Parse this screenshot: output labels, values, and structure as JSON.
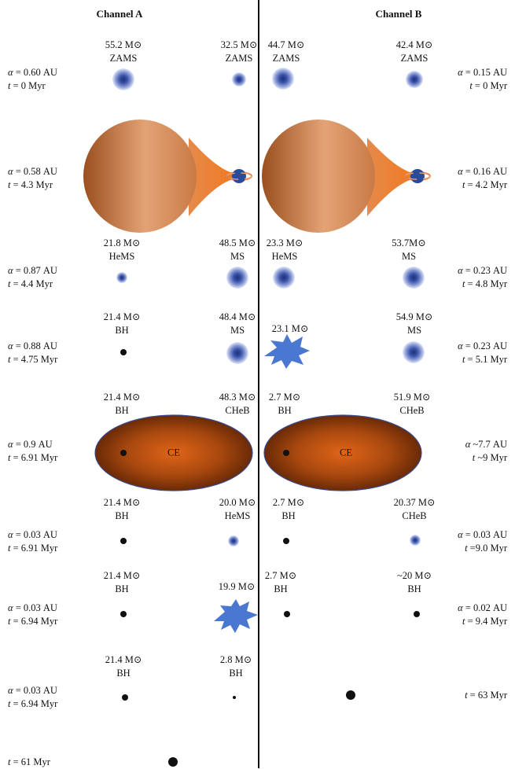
{
  "channels": [
    {
      "title": "Channel A",
      "stages": [
        {
          "p": {
            "m": "55.2 M⊙",
            "t": "ZAMS"
          },
          "s": {
            "m": "32.5 M⊙",
            "t": "ZAMS"
          },
          "orbit": [
            "α = 0.60 AU",
            "t = 0 Myr"
          ]
        },
        {
          "p": null,
          "s": null,
          "orbit": [
            "α = 0.58 AU",
            "t = 4.3 Myr"
          ]
        },
        {
          "p": {
            "m": "21.8 M⊙",
            "t": "HeMS"
          },
          "s": {
            "m": "48.5 M⊙",
            "t": "MS"
          },
          "orbit": [
            "α = 0.87 AU",
            "t = 4.4 Myr"
          ]
        },
        {
          "p": {
            "m": "21.4 M⊙",
            "t": "BH"
          },
          "s": {
            "m": "48.4 M⊙",
            "t": "MS"
          },
          "orbit": [
            "α = 0.88 AU",
            "t = 4.75 Myr"
          ]
        },
        {
          "p": {
            "m": "21.4 M⊙",
            "t": "BH"
          },
          "s": {
            "m": "48.3 M⊙",
            "t": "CHeB"
          },
          "orbit": [
            "α = 0.9 AU",
            "t = 6.91 Myr"
          ],
          "ce": "CE"
        },
        {
          "p": {
            "m": "21.4 M⊙",
            "t": "BH"
          },
          "s": {
            "m": "20.0 M⊙",
            "t": "HeMS"
          },
          "orbit": [
            "α = 0.03 AU",
            "t = 6.91 Myr"
          ]
        },
        {
          "p": {
            "m": "21.4 M⊙",
            "t": "BH"
          },
          "s": {
            "m": "19.9 M⊙",
            "t": ""
          },
          "orbit": [
            "α = 0.03 AU",
            "t = 6.94 Myr"
          ]
        },
        {
          "p": {
            "m": "21.4 M⊙",
            "t": "BH"
          },
          "s": {
            "m": "2.8 M⊙",
            "t": "BH"
          },
          "orbit": [
            "α = 0.03 AU",
            "t = 6.94 Myr"
          ]
        }
      ],
      "final_time": "t = 61 Myr"
    },
    {
      "title": "Channel B",
      "stages": [
        {
          "p": {
            "m": "44.7 M⊙",
            "t": "ZAMS"
          },
          "s": {
            "m": "42.4 M⊙",
            "t": "ZAMS"
          },
          "orbit": [
            "α = 0.15 AU",
            "t = 0 Myr"
          ]
        },
        {
          "p": null,
          "s": null,
          "orbit": [
            "α = 0.16 AU",
            "t = 4.2 Myr"
          ]
        },
        {
          "p": {
            "m": "23.3 M⊙",
            "t": "HeMS"
          },
          "s": {
            "m": "53.7M⊙",
            "t": "MS"
          },
          "orbit": [
            "α = 0.23 AU",
            "t = 4.8 Myr"
          ]
        },
        {
          "p": {
            "m": "23.1 M⊙",
            "t": ""
          },
          "s": {
            "m": "54.9 M⊙",
            "t": "MS"
          },
          "orbit": [
            "α = 0.23 AU",
            "t = 5.1 Myr"
          ]
        },
        {
          "p": {
            "m": "2.7 M⊙",
            "t": "BH"
          },
          "s": {
            "m": "51.9 M⊙",
            "t": "CHeB"
          },
          "orbit": [
            "α ~7.7 AU",
            "t ~9 Myr"
          ],
          "ce": "CE"
        },
        {
          "p": {
            "m": "2.7 M⊙",
            "t": "BH"
          },
          "s": {
            "m": "20.37 M⊙",
            "t": "CHeB"
          },
          "orbit": [
            "α = 0.03 AU",
            "t =9.0 Myr"
          ]
        },
        {
          "p": {
            "m": "2.7 M⊙",
            "t": "BH"
          },
          "s": {
            "m": "~20 M⊙",
            "t": "BH"
          },
          "orbit": [
            "α = 0.02 AU",
            "t = 9.4 Myr"
          ]
        }
      ],
      "final_time": "t = 63 Myr"
    }
  ],
  "colors": {
    "star_core": "#1f2f78",
    "star_halo": "#dde3f3",
    "donor_dark": "#9a4f1e",
    "donor_light": "#e4a376",
    "stream": "#f07a24",
    "supernova": "#4a78d0",
    "ce_edge": "#e06518",
    "ce_dark": "#6a2a06",
    "black_hole": "#111111",
    "divider": "#111111"
  },
  "icons": [
    "star-icon",
    "roche-lobe-overflow-icon",
    "supernova-icon",
    "common-envelope-icon",
    "black-hole-icon"
  ]
}
